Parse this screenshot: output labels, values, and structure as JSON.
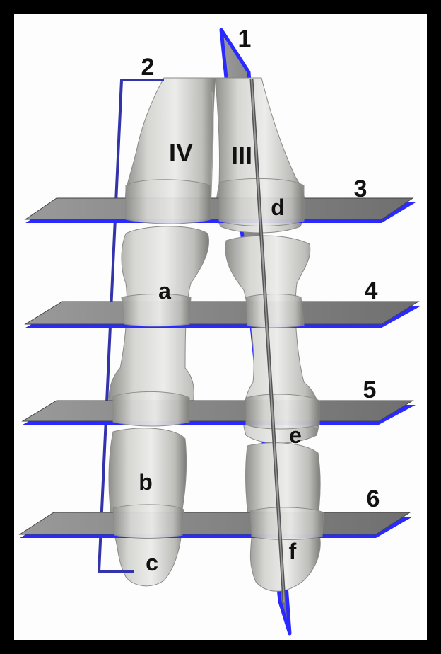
{
  "image": {
    "plane_labels": [
      "1",
      "2",
      "3",
      "4",
      "5",
      "6"
    ],
    "digit_labels": [
      "IV",
      "III"
    ],
    "region_labels": [
      "a",
      "b",
      "c",
      "d",
      "e",
      "f"
    ]
  },
  "colors": {
    "background": "#000000",
    "panel": "#fdfdfd",
    "bone": "#d9d9d7",
    "bone_shadow": "#9d9d9a",
    "plane_fill": "#8a8a8a",
    "plane_edge": "#2a2aff",
    "plane_outline": "#3333aa"
  }
}
